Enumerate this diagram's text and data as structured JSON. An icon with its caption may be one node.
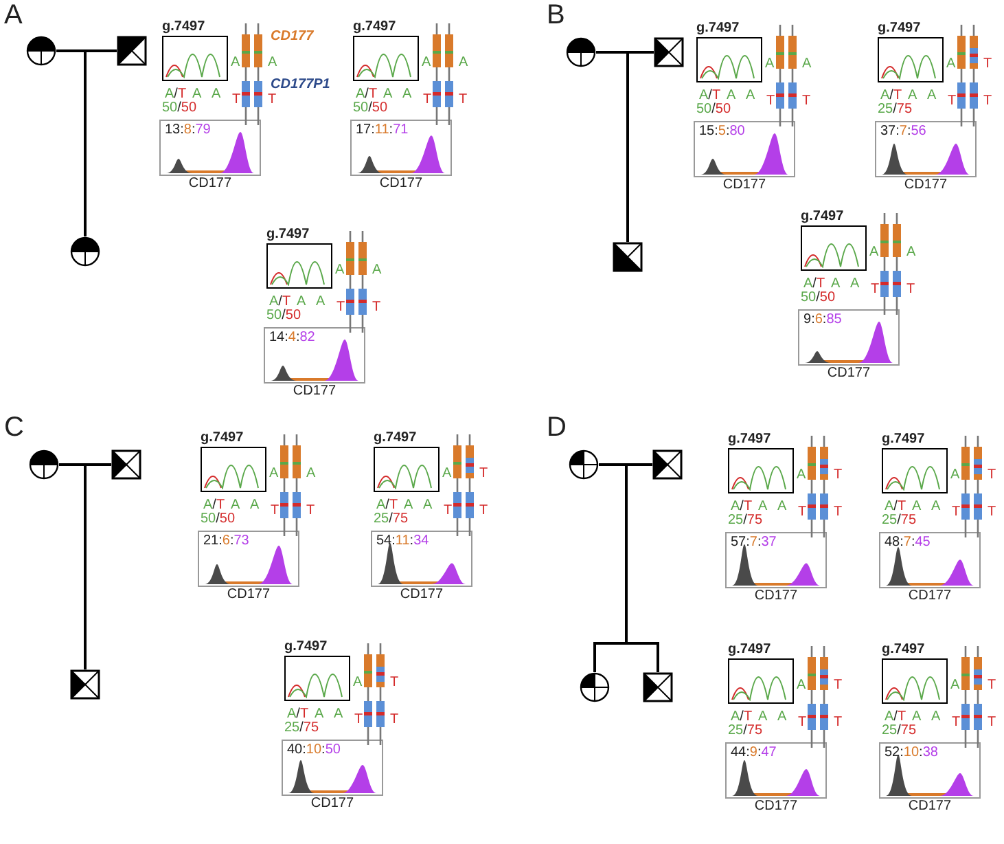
{
  "diagram": {
    "nodes": [
      {
        "text": [],
        "shape": "circle"
      },
      {
        "text": [],
        "shape": "box"
      },
      {
        "text": [],
        "shape": "circle"
      },
      {
        "text": [
          "g.7497"
        ]
      },
      {
        "text": [
          "13:8:79"
        ],
        "beside": [
          "CD177"
        ]
      },
      {
        "text": [
          "g.7497"
        ]
      },
      {
        "text": [
          "17:11:71"
        ],
        "beside": [
          "CD177"
        ]
      },
      {
        "text": [
          "g.7497"
        ]
      },
      {
        "text": [
          "14:4:82"
        ],
        "beside": [
          "CD177"
        ]
      },
      {
        "text": [],
        "shape": "circle"
      },
      {
        "text": [],
        "shape": "box"
      },
      {
        "text": [],
        "shape": "box"
      },
      {
        "text": [
          "g.7497"
        ]
      },
      {
        "text": [
          "15:5:80"
        ],
        "beside": [
          "CD177"
        ]
      },
      {
        "text": [
          "g.7497"
        ]
      },
      {
        "text": [
          "37:7:56"
        ],
        "beside": [
          "CD177"
        ]
      },
      {
        "text": [
          "g.7497"
        ]
      },
      {
        "text": [
          "9:6:85"
        ],
        "beside": [
          "CD177"
        ]
      },
      {
        "text": [],
        "shape": "circle"
      },
      {
        "text": [],
        "shape": "box"
      },
      {
        "text": [],
        "shape": "box"
      },
      {
        "text": [
          "g.7497"
        ]
      },
      {
        "text": [
          "21:6:73"
        ],
        "beside": [
          "CD177"
        ]
      },
      {
        "text": [
          "g.7497"
        ]
      },
      {
        "text": [
          "54:11:34"
        ],
        "beside": [
          "CD177"
        ]
      },
      {
        "text": [
          "g.7497"
        ]
      },
      {
        "text": [
          "40:10:50"
        ],
        "beside": [
          "CD177"
        ]
      },
      {
        "text": [],
        "shape": "circle"
      },
      {
        "text": [],
        "shape": "box"
      },
      {
        "text": [],
        "shape": "circle"
      },
      {
        "text": [],
        "shape": "box"
      },
      {
        "text": [
          "g.7497"
        ]
      },
      {
        "text": [
          "57:7:37"
        ],
        "beside": [
          "CD177"
        ]
      },
      {
        "text": [
          "g.7497"
        ]
      },
      {
        "text": [
          "48:7:45"
        ],
        "beside": [
          "CD177"
        ]
      },
      {
        "text": [
          "g.7497"
        ]
      },
      {
        "text": [
          "44:9:47"
        ],
        "beside": [
          "CD177"
        ]
      },
      {
        "text": [
          "g.7497"
        ]
      },
      {
        "text": [
          "52:10:38"
        ],
        "beside": [
          "CD177"
        ]
      }
    ],
    "edges": [
      {
        "from": 0,
        "to": 1,
        "arrow": "none"
      },
      {
        "from": 0,
        "to": 2,
        "arrow": "none"
      },
      {
        "from": 1,
        "to": 2,
        "arrow": "none"
      },
      {
        "from": 9,
        "to": 10,
        "arrow": "none"
      },
      {
        "from": 9,
        "to": 11,
        "arrow": "none"
      },
      {
        "from": 10,
        "to": 11,
        "arrow": "none"
      },
      {
        "from": 18,
        "to": 19,
        "arrow": "none"
      },
      {
        "from": 18,
        "to": 20,
        "arrow": "none"
      },
      {
        "from": 19,
        "to": 20,
        "arrow": "none"
      },
      {
        "from": 27,
        "to": 28,
        "arrow": "none"
      },
      {
        "from": 27,
        "to": 29,
        "arrow": "none"
      },
      {
        "from": 28,
        "to": 29,
        "arrow": "none"
      },
      {
        "from": 27,
        "to": 30,
        "arrow": "none"
      },
      {
        "from": 28,
        "to": 30,
        "arrow": "none"
      }
    ],
    "labels": [
      "A",
      "A/T",
      "A",
      "A",
      "50/50",
      "A",
      "A",
      "T",
      "T",
      "CD177",
      "CD177P1",
      "A/T",
      "A",
      "A",
      "50/50",
      "A",
      "A",
      "T",
      "T",
      "A/T",
      "A",
      "A",
      "50/50",
      "A",
      "A",
      "T",
      "T",
      "B",
      "A/T",
      "A",
      "A",
      "50/50",
      "A",
      "A",
      "T",
      "T",
      "A/T",
      "A",
      "A",
      "25/75",
      "A",
      "T",
      "T",
      "T",
      "A/T",
      "A",
      "A",
      "50/50",
      "A",
      "A",
      "T",
      "T",
      "C",
      "A/T",
      "A",
      "A",
      "50/50",
      "A",
      "A",
      "T",
      "T",
      "A/T",
      "A",
      "A",
      "25/75",
      "A",
      "T",
      "T",
      "T",
      "A/T",
      "A",
      "A",
      "25/75",
      "A",
      "T",
      "T",
      "T",
      "D",
      "A/T",
      "A",
      "A",
      "25/75",
      "A",
      "T",
      "T",
      "T",
      "A/T",
      "A",
      "A",
      "25/75",
      "A",
      "T",
      "T",
      "T",
      "A/T",
      "A",
      "A",
      "25/75",
      "A",
      "T",
      "T",
      "T",
      "A/T",
      "A",
      "A",
      "25/75",
      "A",
      "T",
      "T",
      "T"
    ]
  }
}
